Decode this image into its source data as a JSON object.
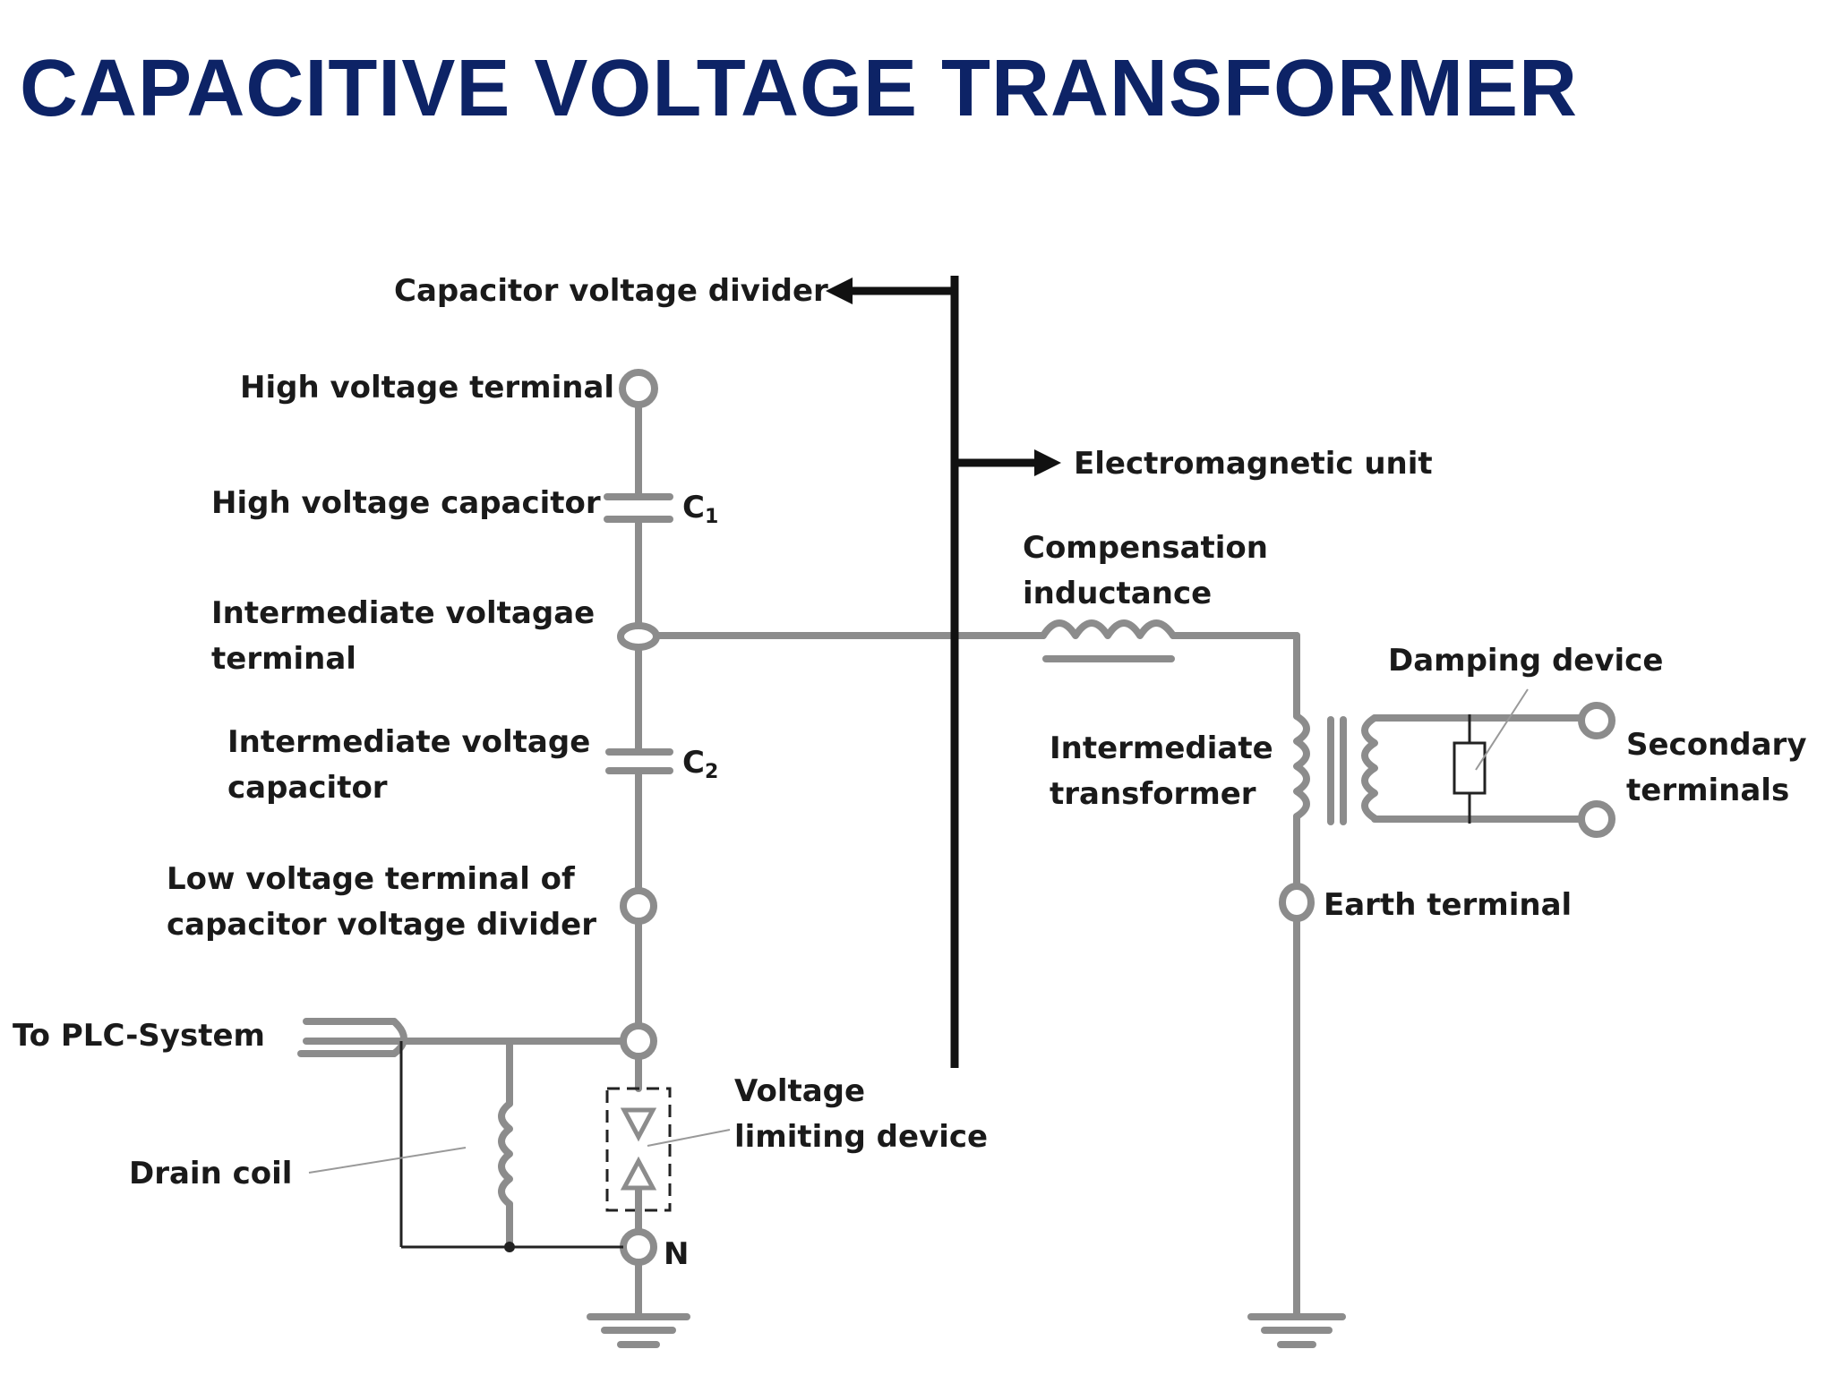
{
  "title": "CAPACITIVE VOLTAGE TRANSFORMER",
  "labels": {
    "capacitor_voltage_divider": "Capacitor voltage divider",
    "electromagnetic_unit": "Electromagnetic unit",
    "high_voltage_terminal": "High voltage terminal",
    "high_voltage_capacitor": "High voltage capacitor",
    "c1_main": "C",
    "c1_sub": "1",
    "compensation_inductance_1": "Compensation",
    "compensation_inductance_2": "inductance",
    "intermediate_voltage_terminal_1": "Intermediate voltagae",
    "intermediate_voltage_terminal_2": "terminal",
    "damping_device": "Damping device",
    "intermediate_voltage_capacitor_1": "Intermediate voltage",
    "intermediate_voltage_capacitor_2": "capacitor",
    "c2_main": "C",
    "c2_sub": "2",
    "intermediate_transformer_1": "Intermediate",
    "intermediate_transformer_2": "transformer",
    "secondary_terminals_1": "Secondary",
    "secondary_terminals_2": "terminals",
    "low_voltage_terminal_1": "Low voltage terminal of",
    "low_voltage_terminal_2": "capacitor voltage divider",
    "earth_terminal": "Earth terminal",
    "to_plc_system": "To PLC-System",
    "voltage_limiting_device_1": "Voltage",
    "voltage_limiting_device_2": "limiting device",
    "drain_coil": "Drain coil",
    "n_terminal": "N"
  },
  "colors": {
    "title": "#0d2366",
    "wire": "#8c8c8c",
    "divider_bar": "#111111",
    "text": "#1a1a1a"
  }
}
